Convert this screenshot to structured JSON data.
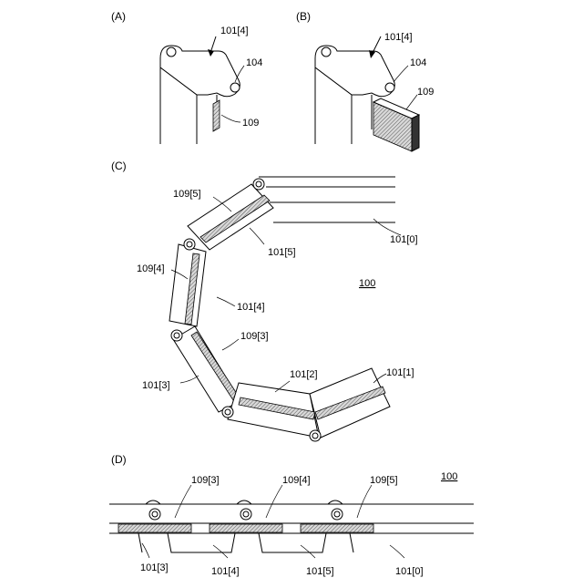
{
  "panels": {
    "a": "(A)",
    "b": "(B)",
    "c": "(C)",
    "d": "(D)"
  },
  "panel_a": {
    "link": "101[4]",
    "pin": "104",
    "strip": "109"
  },
  "panel_b": {
    "link": "101[4]",
    "pin": "104",
    "strip": "109"
  },
  "panel_c": {
    "ref": "100",
    "strips": [
      "109[5]",
      "109[4]",
      "109[3]"
    ],
    "links": [
      "101[0]",
      "101[5]",
      "101[4]",
      "101[3]",
      "101[2]",
      "101[1]"
    ]
  },
  "panel_d": {
    "ref": "100",
    "strips": [
      "109[3]",
      "109[4]",
      "109[5]"
    ],
    "links": [
      "101[3]",
      "101[4]",
      "101[5]",
      "101[0]"
    ]
  },
  "colors": {
    "line": "#000000",
    "hatch": "#555555",
    "background": "#ffffff"
  }
}
